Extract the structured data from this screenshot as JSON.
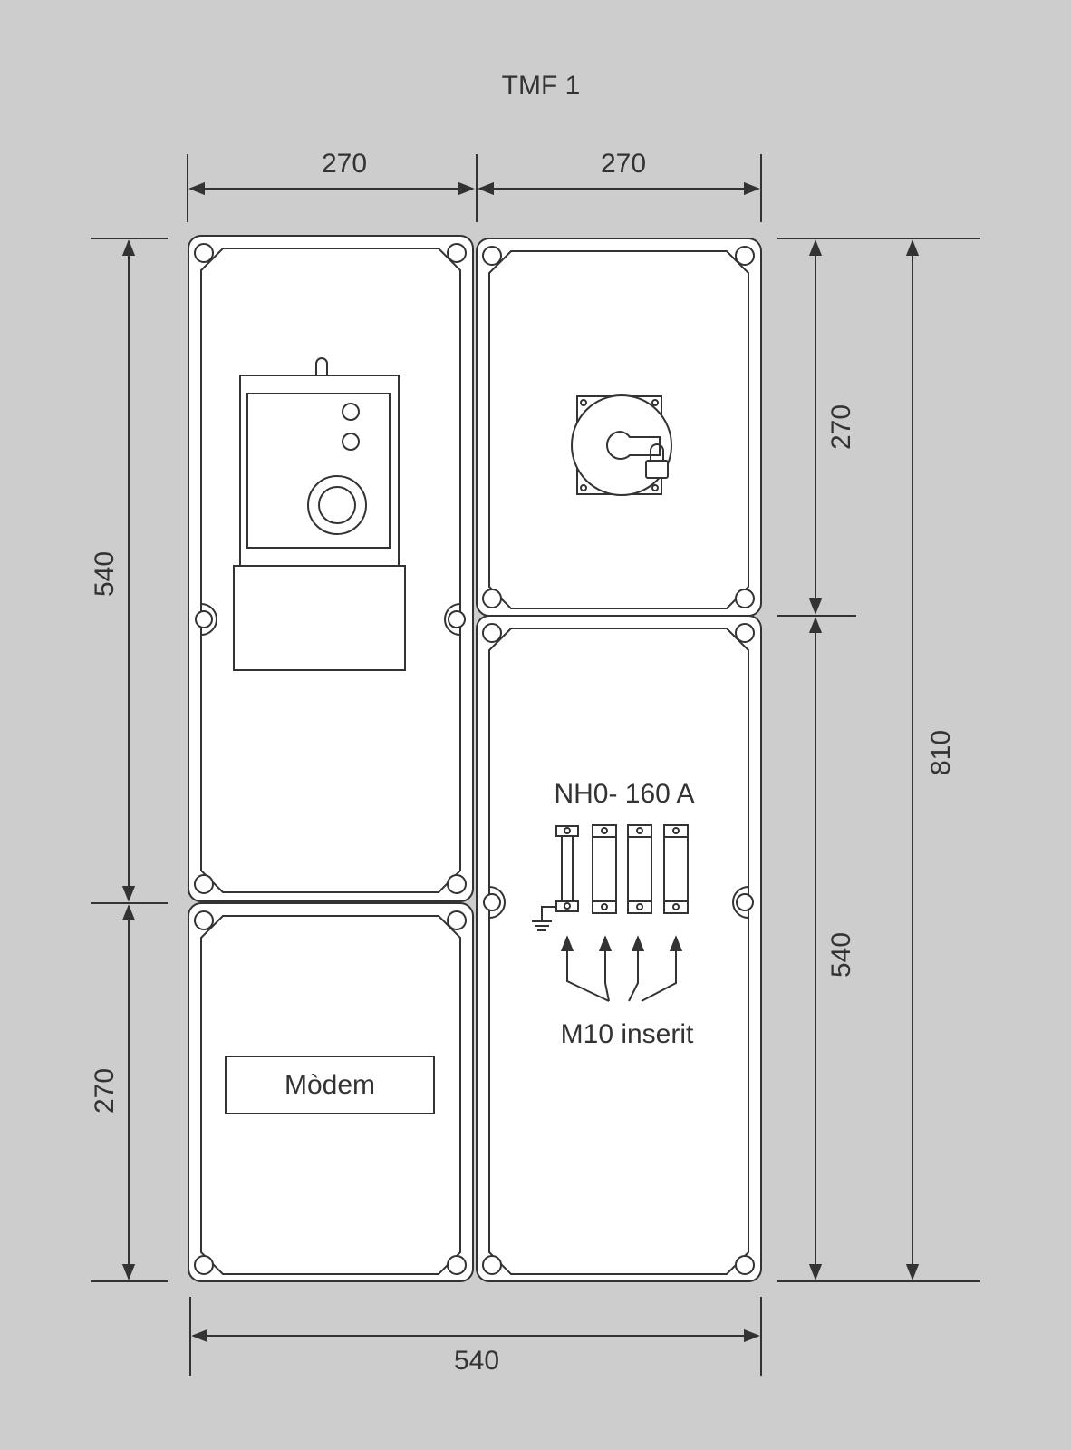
{
  "title": "TMF 1",
  "dimensions": {
    "top_left": "270",
    "top_right": "270",
    "left_upper": "540",
    "left_lower": "270",
    "right_upper": "270",
    "right_lower": "540",
    "right_total": "810",
    "bottom": "540"
  },
  "labels": {
    "fuse_rating": "NH0- 160 A",
    "inserts": "M10 inserit",
    "modem": "Mòdem"
  },
  "colors": {
    "background": "#cdcdcd",
    "line": "#333333",
    "panel": "#ffffff"
  }
}
